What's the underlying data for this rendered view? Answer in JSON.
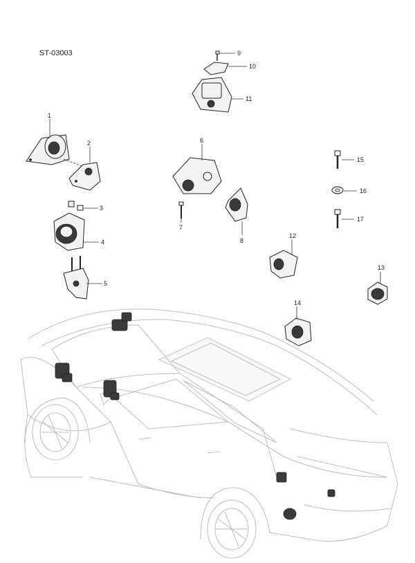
{
  "diagram_code": "ST-03003",
  "callouts": [
    "1",
    "2",
    "3",
    "4",
    "5",
    "6",
    "7",
    "8",
    "9",
    "10",
    "11",
    "12",
    "13",
    "14",
    "15",
    "16",
    "17"
  ]
}
